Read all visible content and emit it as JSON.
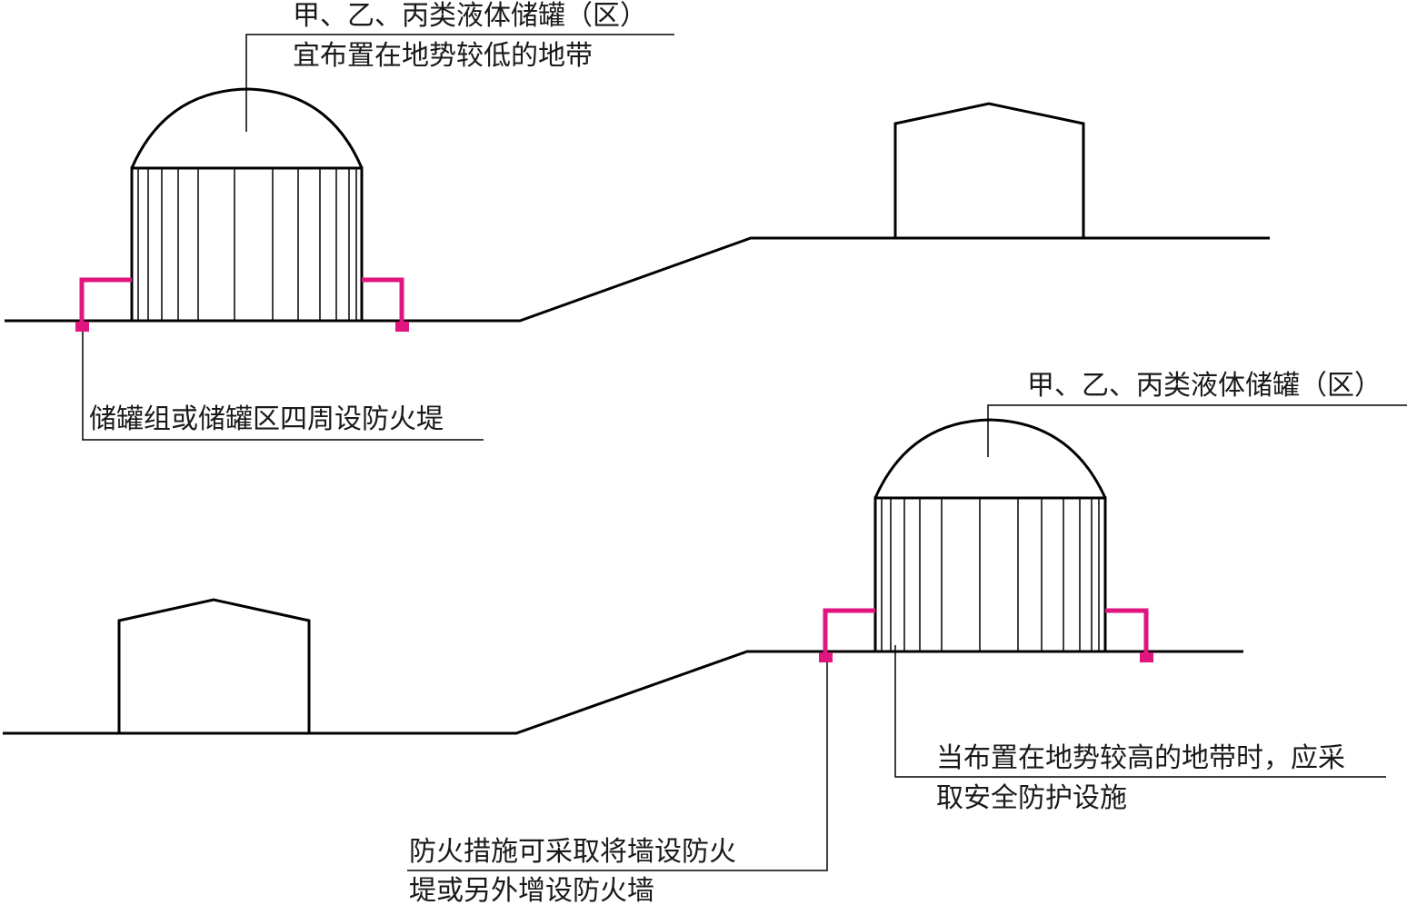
{
  "labels": {
    "top_tank_line1": "甲、乙、丙类液体储罐（区）",
    "top_tank_line2": "宜布置在地势较低的地带",
    "top_dike": "储罐组或储罐区四周设防火堤",
    "bottom_tank": "甲、乙、丙类液体储罐（区）",
    "bottom_measure_line1": "当布置在地势较高的地带时，应采",
    "bottom_measure_line2": "取安全防护设施",
    "bottom_fire_line1": "防火措施可采取将墙设防火",
    "bottom_fire_line2": "堤或另外增设防火墙"
  },
  "colors": {
    "line": "#000000",
    "dike": "#e0157f",
    "text": "#1a1a1a"
  }
}
